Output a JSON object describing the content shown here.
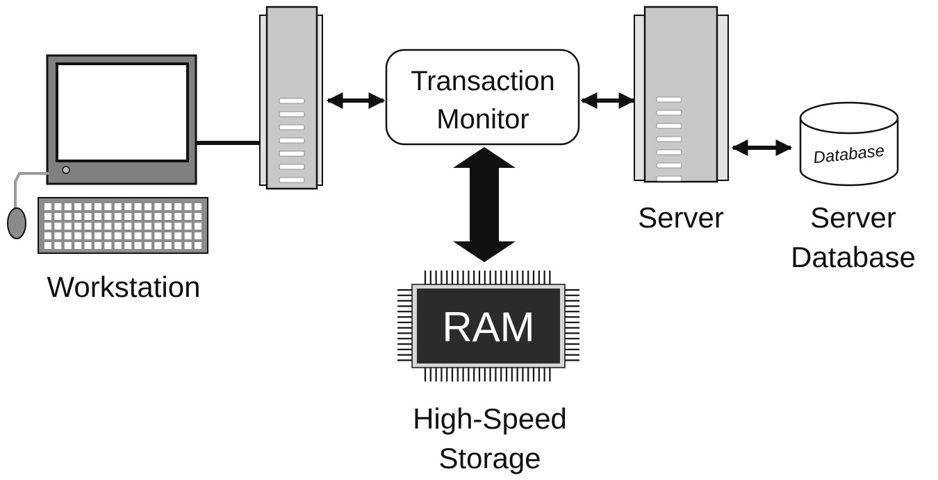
{
  "labels": {
    "workstation": "Workstation",
    "transaction_monitor_line1": "Transaction",
    "transaction_monitor_line2": "Monitor",
    "server": "Server",
    "server_database_line1": "Server",
    "server_database_line2": "Database",
    "database_cylinder": "Database",
    "ram_chip": "RAM",
    "high_speed_storage_line1": "High-Speed",
    "high_speed_storage_line2": "Storage"
  },
  "colors": {
    "stroke": "#111111",
    "tower_fill": "#c8c8c8",
    "tower_side": "#e2e2e2",
    "monitor_case": "#808080",
    "keyboard_fill": "#8c8c8c",
    "chip_fill": "#2b2b2b"
  }
}
